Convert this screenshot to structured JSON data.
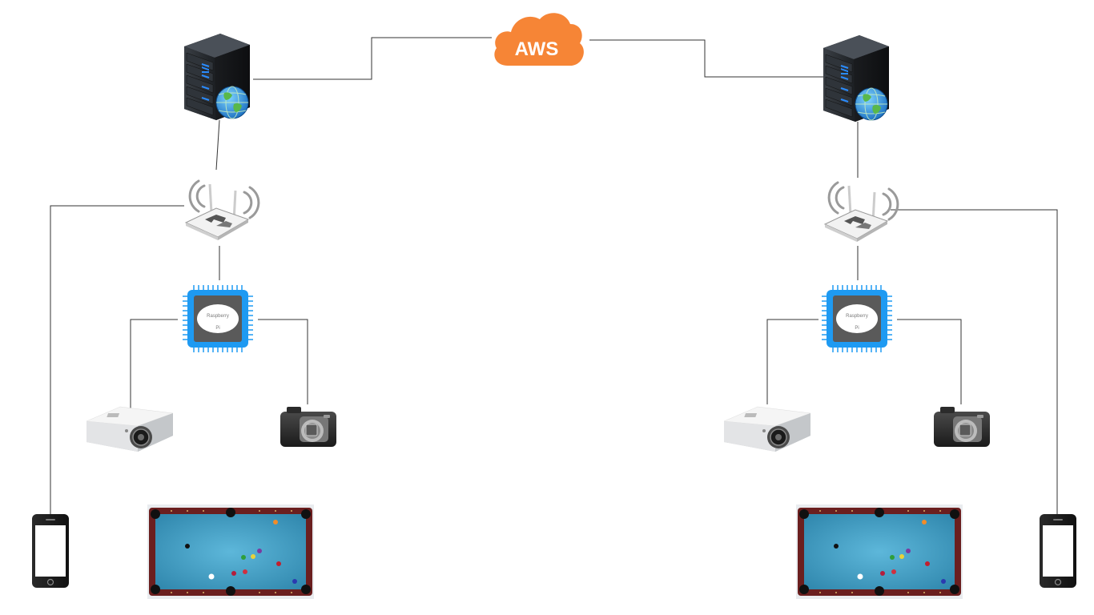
{
  "cloud": {
    "label": "AWS",
    "color": "#f68536"
  },
  "chip": {
    "label_line1": "Raspberry",
    "label_line2": "Pi",
    "frame_color": "#1e9af2"
  },
  "pool_table": {
    "felt_color": "#4aa3c8",
    "rail_color": "#6b1f1f"
  },
  "sites": [
    {
      "name": "left-site",
      "devices": [
        "server-icon",
        "wifi-router-icon",
        "raspberry-pi-icon",
        "projector-icon",
        "camera-icon",
        "smartphone-icon",
        "pool-table-icon"
      ]
    },
    {
      "name": "right-site",
      "devices": [
        "server-icon",
        "wifi-router-icon",
        "raspberry-pi-icon",
        "projector-icon",
        "camera-icon",
        "smartphone-icon",
        "pool-table-icon"
      ]
    }
  ]
}
